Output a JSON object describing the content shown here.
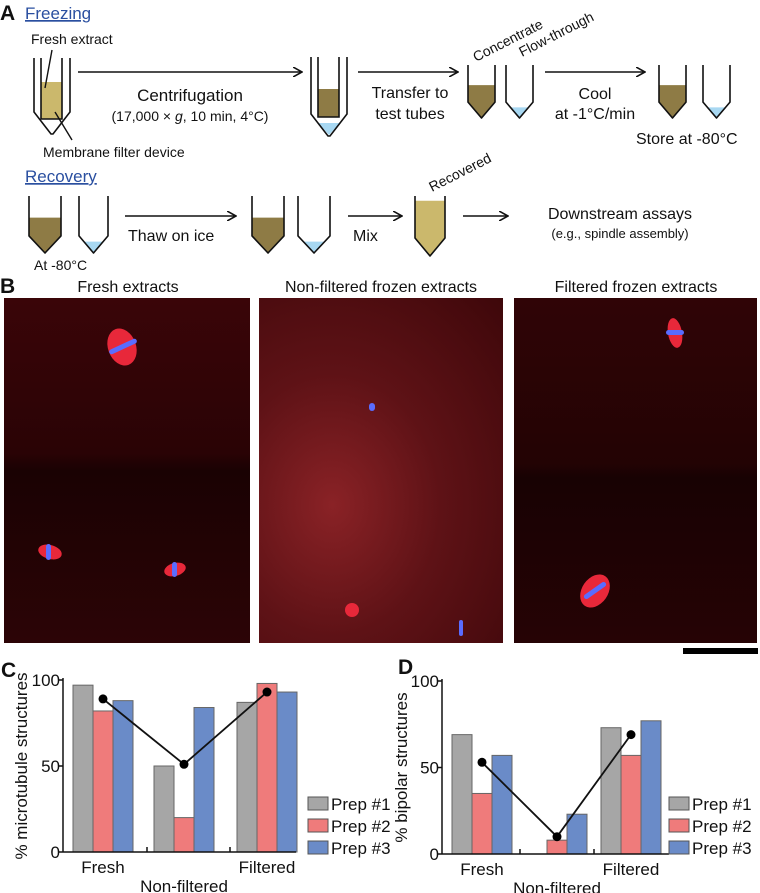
{
  "panel_labels": {
    "a": "A",
    "b": "B",
    "c": "C",
    "d": "D"
  },
  "panel_a": {
    "freezing_title": "Freezing",
    "recovery_title": "Recovery",
    "fresh_extract": "Fresh extract",
    "membrane_filter": "Membrane filter device",
    "centrifugation": "Centrifugation",
    "centrifugation_cond_pre": "(17,000 × ",
    "centrifugation_cond_g": "g",
    "centrifugation_cond_post": ", 10 min, 4°C)",
    "transfer_1": "Transfer to",
    "transfer_2": "test tubes",
    "concentrate": "Concentrate",
    "flow_through": "Flow-through",
    "cool_1": "Cool",
    "cool_2": "at -1°C/min",
    "store": "Store at -80°C",
    "at_minus80": "At -80°C",
    "thaw": "Thaw on ice",
    "mix": "Mix",
    "recovered": "Recovered",
    "downstream_1": "Downstream assays",
    "downstream_2": "(e.g., spindle assembly)",
    "colors": {
      "fresh": "#cbb86c",
      "concentrate": "#8e7b45",
      "flow": "#a8d8f2",
      "section": "#2a4fa0"
    }
  },
  "panel_b": {
    "titles": [
      "Fresh extracts",
      "Non-filtered frozen extracts",
      "Filtered frozen extracts"
    ]
  },
  "chart_data": [
    {
      "type": "bar",
      "panel": "C",
      "ylabel": "% microtubule structures",
      "xlabel": "",
      "categories": [
        "Fresh",
        "Non-filtered",
        "Filtered"
      ],
      "ylim": [
        0,
        100
      ],
      "yticks": [
        "0",
        "50",
        "100"
      ],
      "series": [
        {
          "name": "Prep #1",
          "color": "#a6a6a6",
          "values": [
            97,
            50,
            87
          ]
        },
        {
          "name": "Prep #2",
          "color": "#ef7b7b",
          "values": [
            82,
            20,
            98
          ]
        },
        {
          "name": "Prep #3",
          "color": "#6a8bc8",
          "values": [
            88,
            84,
            93
          ]
        }
      ],
      "mean_line": [
        89,
        51,
        93
      ],
      "legend": "right"
    },
    {
      "type": "bar",
      "panel": "D",
      "ylabel": "% bipolar structures",
      "xlabel": "",
      "categories": [
        "Fresh",
        "Non-filtered",
        "Filtered"
      ],
      "ylim": [
        0,
        100
      ],
      "yticks": [
        "0",
        "50",
        "100"
      ],
      "series": [
        {
          "name": "Prep #1",
          "color": "#a6a6a6",
          "values": [
            69,
            0,
            73
          ]
        },
        {
          "name": "Prep #2",
          "color": "#ef7b7b",
          "values": [
            35,
            8,
            57
          ]
        },
        {
          "name": "Prep #3",
          "color": "#6a8bc8",
          "values": [
            57,
            23,
            77
          ]
        }
      ],
      "mean_line": [
        53,
        10,
        69
      ],
      "legend": "right"
    }
  ]
}
